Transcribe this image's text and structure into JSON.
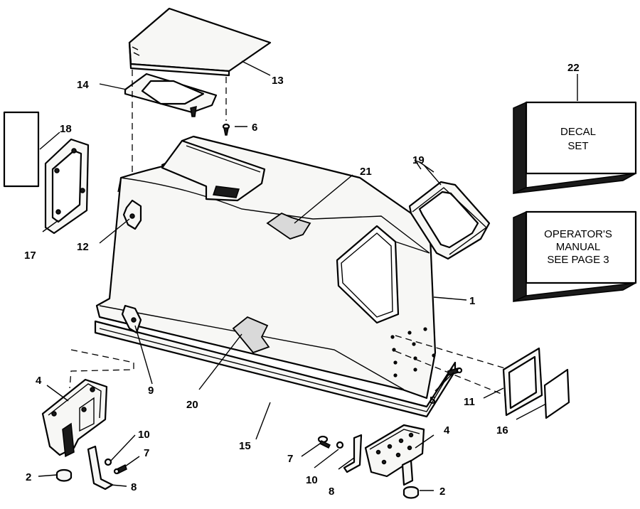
{
  "callouts": {
    "c1": "1",
    "c2a": "2",
    "c2b": "2",
    "c4a": "4",
    "c4b": "4",
    "c5": "5",
    "c6": "6",
    "c7a": "7",
    "c7b": "7",
    "c8a": "8",
    "c8b": "8",
    "c9": "9",
    "c10a": "10",
    "c10b": "10",
    "c11": "11",
    "c12": "12",
    "c13": "13",
    "c14": "14",
    "c15": "15",
    "c16": "16",
    "c17": "17",
    "c18": "18",
    "c19": "19",
    "c20": "20",
    "c21": "21",
    "c22": "22"
  },
  "boxes": {
    "decal_set": [
      "DECAL",
      "SET"
    ],
    "operators_manual": [
      "OPERATOR'S",
      "MANUAL",
      "SEE PAGE 3"
    ]
  }
}
